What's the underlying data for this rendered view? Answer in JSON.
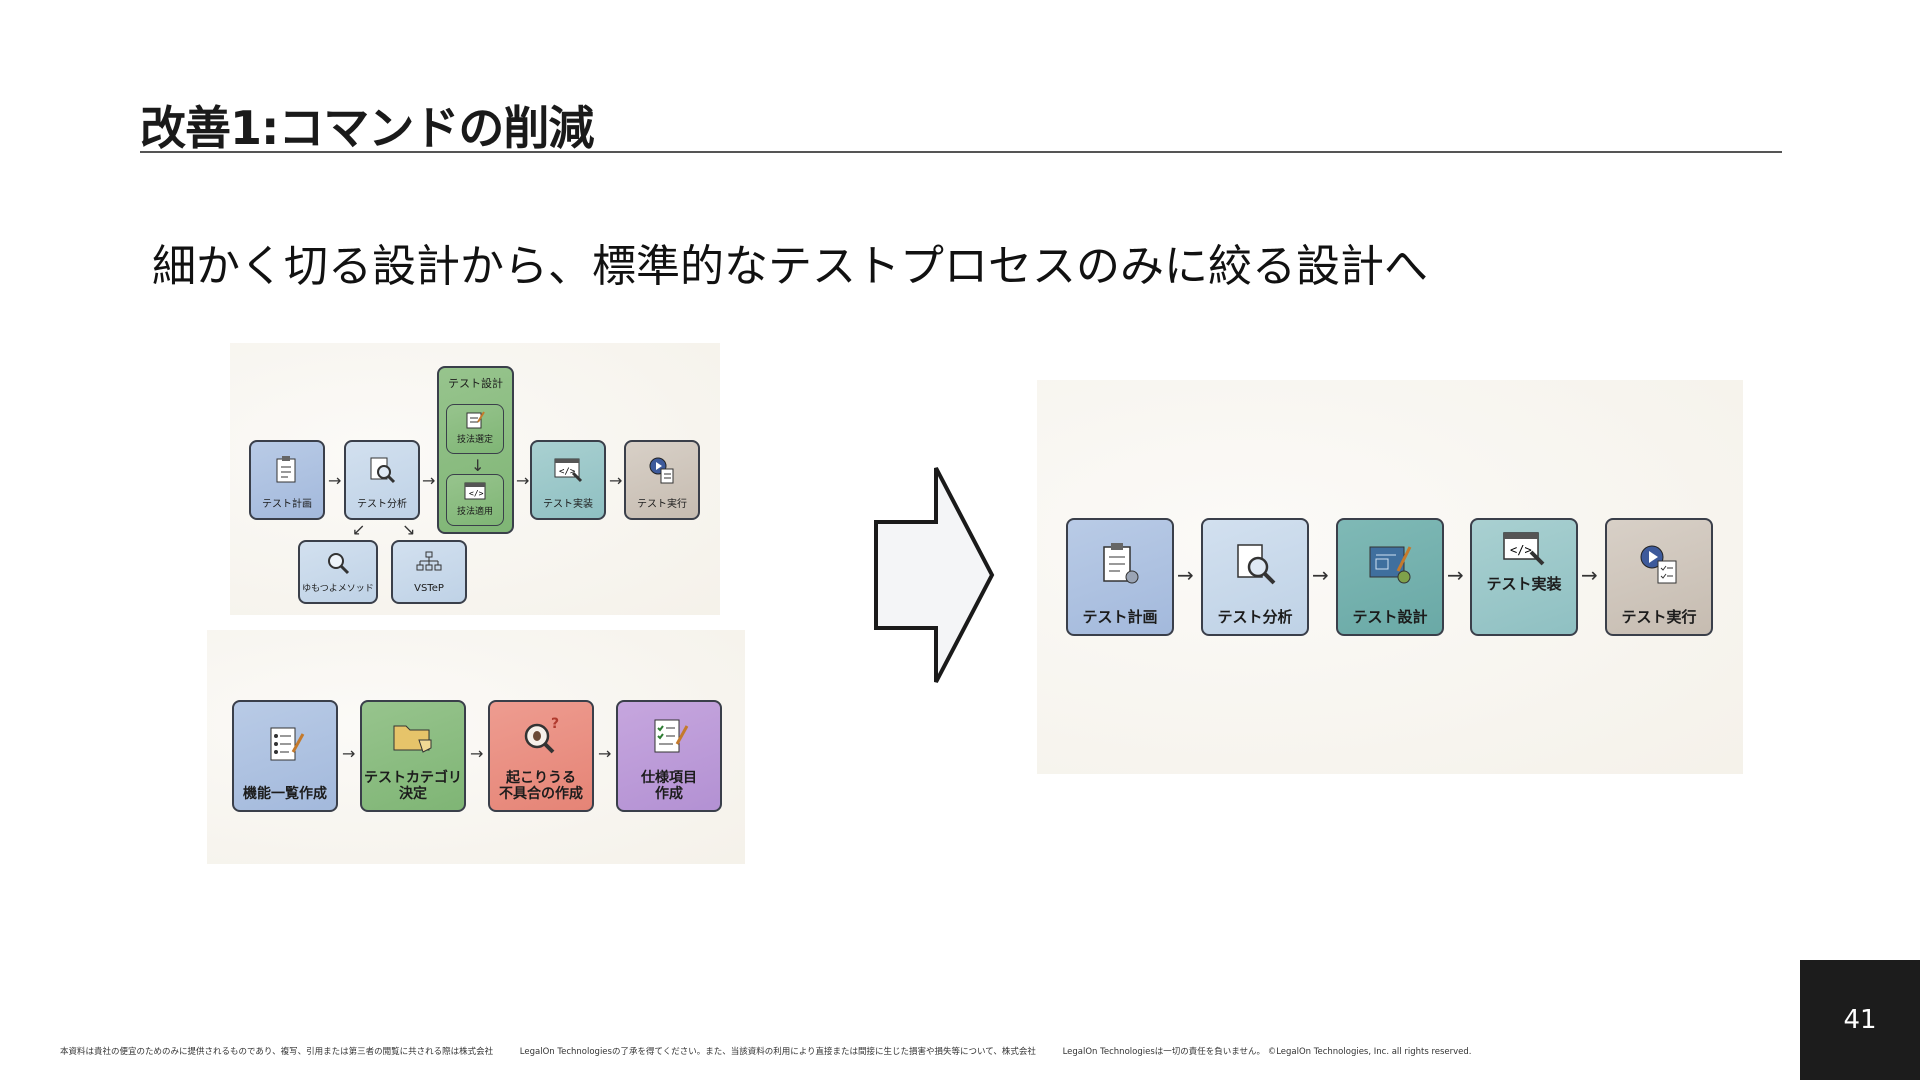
{
  "slide": {
    "title": "改善1:コマンドの削減",
    "subtitle": "細かく切る設計から、標準的なテストプロセスのみに絞る設計へ",
    "page_number": "41"
  },
  "before_top": {
    "group_label": "テスト設計",
    "steps": [
      "テスト計画",
      "テスト分析",
      "技法選定",
      "技法適用",
      "テスト実装",
      "テスト実行"
    ],
    "branches": [
      "ゆもつよメソッド",
      "VSTeP"
    ]
  },
  "before_bottom": {
    "steps": [
      "機能一覧作成",
      "テストカテゴリ\n決定",
      "起こりうる\n不具合の作成",
      "仕様項目\n作成"
    ]
  },
  "after": {
    "steps": [
      "テスト計画",
      "テスト分析",
      "テスト設計",
      "テスト実装",
      "テスト実行"
    ]
  },
  "footer": {
    "part1": "本資料は貴社の便宜のためのみに提供されるものであり、複写、引用または第三者の閲覧に共される際は株式会社",
    "part2": "LegalOn Technologiesの了承を得てください。また、当該資料の利用により直接または間接に生じた損害や損失等について、株式会社",
    "part3": "LegalOn Technologiesは一切の責任を負いません。 ©LegalOn Technologies, Inc. all rights reserved."
  },
  "colors": {
    "page_box": "#1c1c1c",
    "rule": "#555555"
  }
}
